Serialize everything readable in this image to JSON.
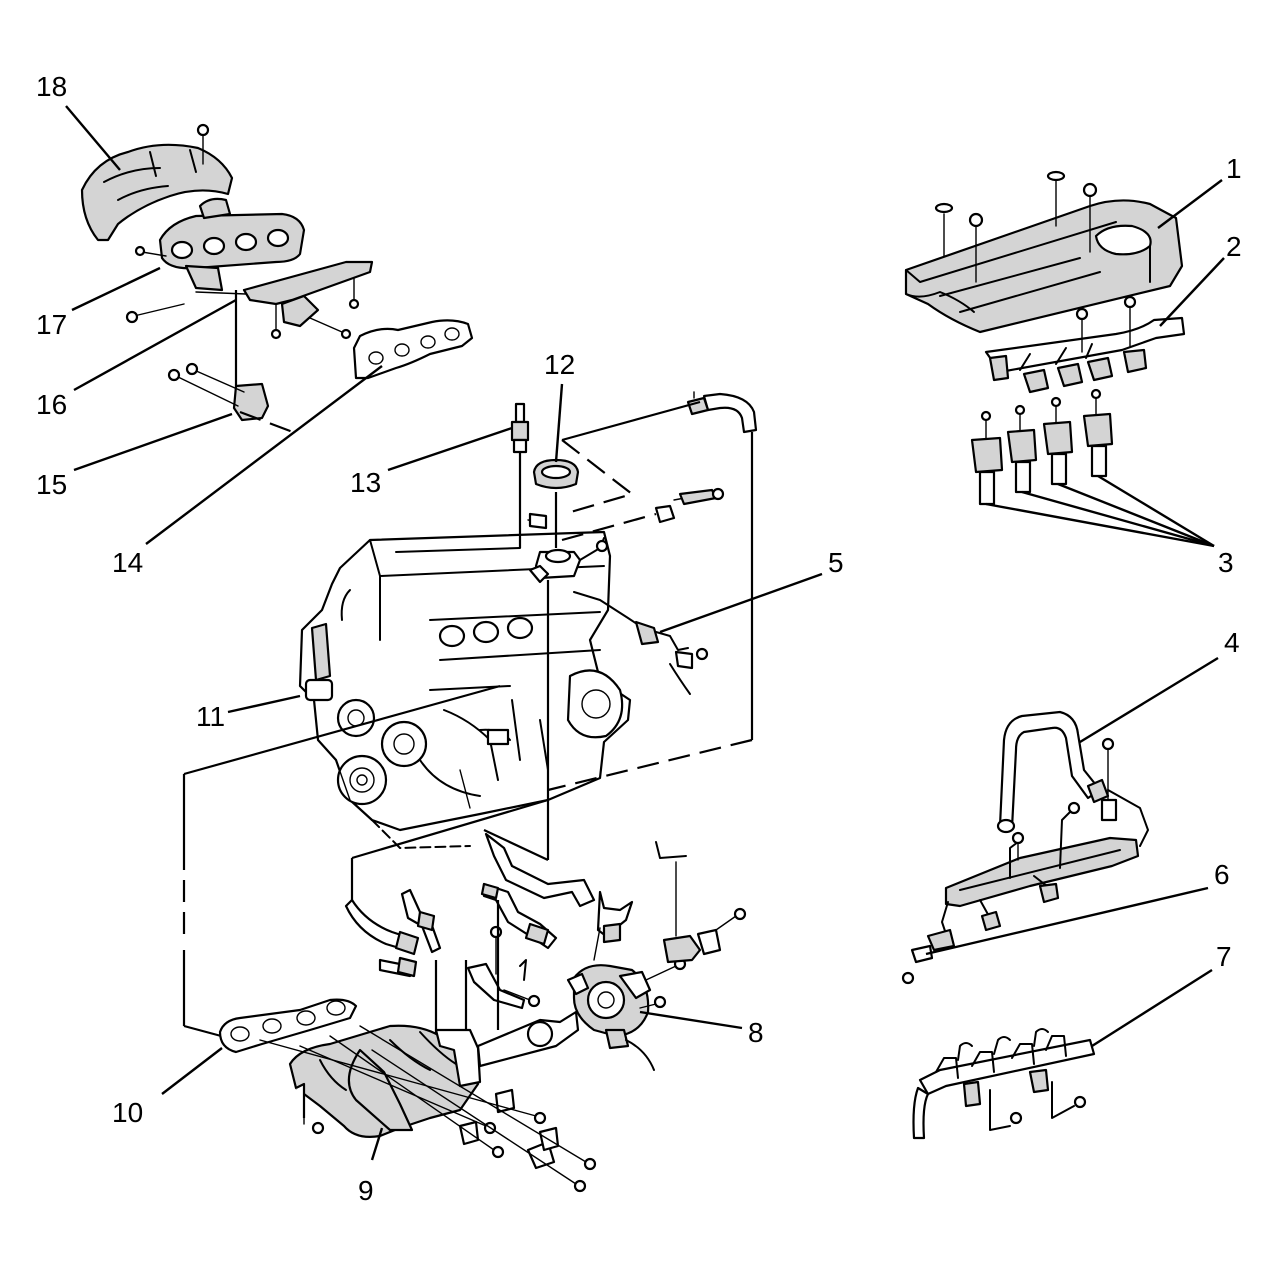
{
  "callouts": [
    {
      "number": "1"
    },
    {
      "number": "2"
    },
    {
      "number": "3"
    },
    {
      "number": "4"
    },
    {
      "number": "5"
    },
    {
      "number": "6"
    },
    {
      "number": "7"
    },
    {
      "number": "8"
    },
    {
      "number": "9"
    },
    {
      "number": "10"
    },
    {
      "number": "11"
    },
    {
      "number": "12"
    },
    {
      "number": "13"
    },
    {
      "number": "14"
    },
    {
      "number": "15"
    },
    {
      "number": "16"
    },
    {
      "number": "17"
    },
    {
      "number": "18"
    }
  ],
  "colors": {
    "line": "#000000",
    "part_fill": "#d4d4d4",
    "background": "#ffffff"
  }
}
